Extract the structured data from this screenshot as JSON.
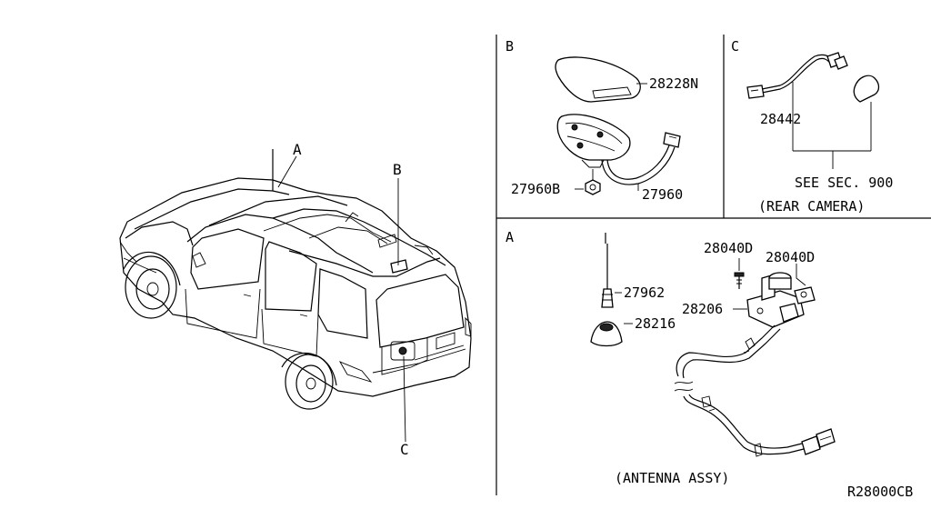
{
  "diagram_id": "R28000CB",
  "vehicle_callouts": {
    "a": "A",
    "b": "B",
    "c": "C"
  },
  "panel_b": {
    "label": "B",
    "parts": {
      "cover": "28228N",
      "nut": "27960B",
      "feeder": "27960"
    }
  },
  "panel_c": {
    "label": "C",
    "parts": {
      "harness": "28442"
    },
    "note": "SEE SEC. 900",
    "caption": "(REAR CAMERA)"
  },
  "panel_a": {
    "label": "A",
    "parts": {
      "rod": "27962",
      "cap": "28216",
      "screw": "28040D",
      "bolt": "28040D",
      "base": "28206"
    },
    "caption": "(ANTENNA ASSY)"
  }
}
